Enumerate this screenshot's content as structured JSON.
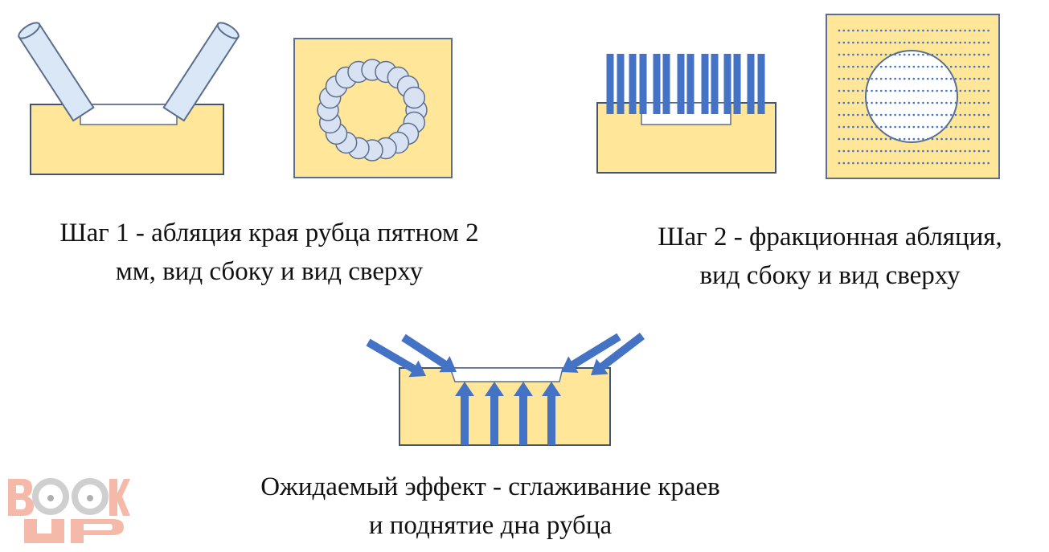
{
  "captions": {
    "step1": [
      "Шаг 1 - абляция края рубца пятном 2",
      "мм, вид сбоку и вид сверху"
    ],
    "step2": [
      "Шаг 2 - фракционная абляция,",
      "вид сбоку и вид сверху"
    ],
    "effect": [
      "Ожидаемый эффект - сглаживание краев",
      "и поднятие дна рубца"
    ]
  },
  "logo": {
    "text": "BOOK UP"
  },
  "colors": {
    "skin": "#FFE699",
    "outline": "#5B6E8C",
    "beam": "#DAE7F7",
    "laser": "#4472C4",
    "logo": "#F4B9A8"
  }
}
